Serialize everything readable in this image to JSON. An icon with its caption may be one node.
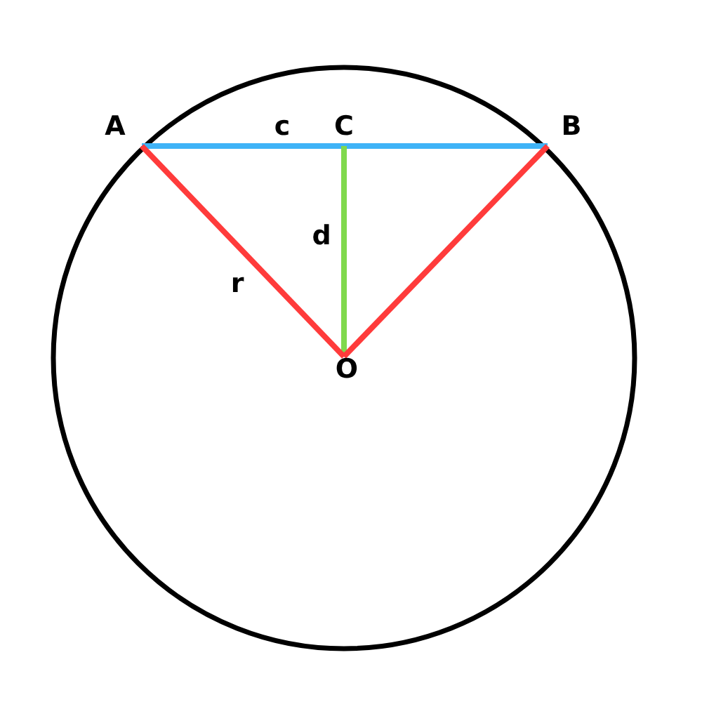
{
  "diagram": {
    "nodes": [
      {
        "text": [
          "A"
        ]
      },
      {
        "text": [
          "C"
        ]
      },
      {
        "text": [
          "B"
        ]
      },
      {
        "text": [
          "O"
        ]
      }
    ],
    "edges": [
      {
        "from": 0,
        "to": 1,
        "arrow": "none",
        "label": "c",
        "color": "#3fb3f7"
      },
      {
        "from": 1,
        "to": 2,
        "arrow": "none",
        "color": "#3fb3f7"
      },
      {
        "from": 1,
        "to": 3,
        "arrow": "none",
        "label": "d",
        "color": "#80d94d"
      },
      {
        "from": 0,
        "to": 3,
        "arrow": "none",
        "label": "r",
        "color": "#ff3b3b"
      },
      {
        "from": 2,
        "to": 3,
        "arrow": "none",
        "color": "#ff3b3b"
      }
    ]
  }
}
